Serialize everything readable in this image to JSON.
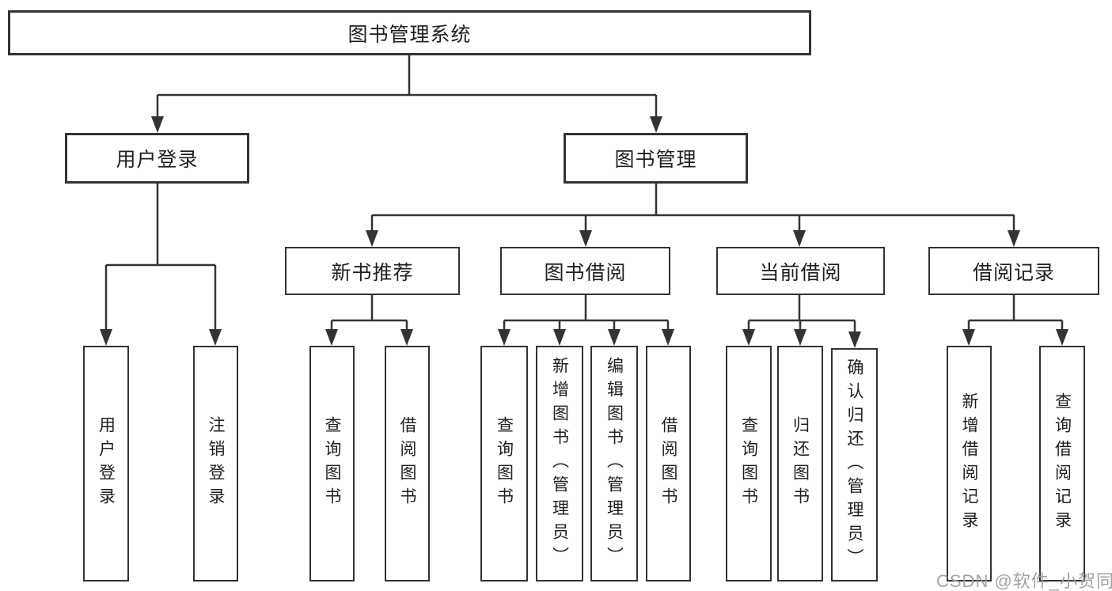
{
  "diagram": {
    "title": "图书管理系统",
    "tree": {
      "root": {
        "label": "图书管理系统"
      },
      "branches": [
        {
          "label": "用户登录",
          "children": [
            {
              "label": "用户登录"
            },
            {
              "label": "注销登录"
            }
          ]
        },
        {
          "label": "图书管理",
          "children": [
            {
              "label": "新书推荐",
              "children": [
                {
                  "label": "查询图书"
                },
                {
                  "label": "借阅图书"
                }
              ]
            },
            {
              "label": "图书借阅",
              "children": [
                {
                  "label": "查询图书"
                },
                {
                  "label": "新增图书（管理员）"
                },
                {
                  "label": "编辑图书（管理员）"
                },
                {
                  "label": "借阅图书"
                }
              ]
            },
            {
              "label": "当前借阅",
              "children": [
                {
                  "label": "查询图书"
                },
                {
                  "label": "归还图书"
                },
                {
                  "label": "确认归还（管理员）"
                }
              ]
            },
            {
              "label": "借阅记录",
              "children": [
                {
                  "label": "新增借阅记录"
                },
                {
                  "label": "查询借阅记录"
                }
              ]
            }
          ]
        }
      ]
    },
    "colors": {
      "line": "#333333",
      "box_fill": "#ffffff",
      "text": "#1f1f1f",
      "watermark": "#9e9e9e",
      "background": "#ffffff"
    }
  },
  "watermark": {
    "text": "CSDN @软件_小贺同学"
  }
}
